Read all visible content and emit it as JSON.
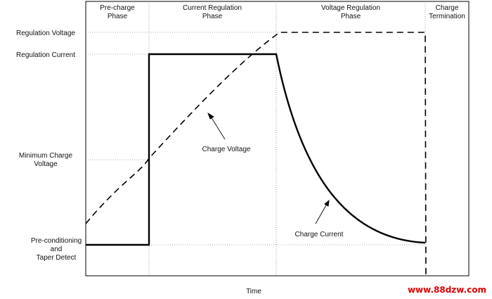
{
  "phases": {
    "precharge": [
      "Pre-charge",
      "Phase"
    ],
    "current_regulation": [
      "Current Regulation",
      "Phase"
    ],
    "voltage_regulation": [
      "Voltage Regulation",
      "Phase"
    ],
    "charge_termination": [
      "Charge",
      "Termination"
    ]
  },
  "y_labels": {
    "regulation_voltage": "Regulation Voltage",
    "regulation_current": "Regulation Current",
    "minimum_charge_voltage": [
      "Minimum Charge",
      "Voltage"
    ],
    "preconditioning": [
      "Pre-conditioning",
      "and",
      "Taper Detect"
    ]
  },
  "x_axis_label": "Time",
  "annotations": {
    "charge_voltage": "Charge Voltage",
    "charge_current": "Charge Current"
  },
  "curves": {
    "charge_voltage": {
      "style": "dashed",
      "color": "#000000"
    },
    "charge_current": {
      "style": "solid",
      "color": "#000000"
    }
  },
  "watermark": "www.88dzw.com",
  "colors": {
    "watermark": "#e00000",
    "line": "#000000",
    "guide": "#999999"
  }
}
